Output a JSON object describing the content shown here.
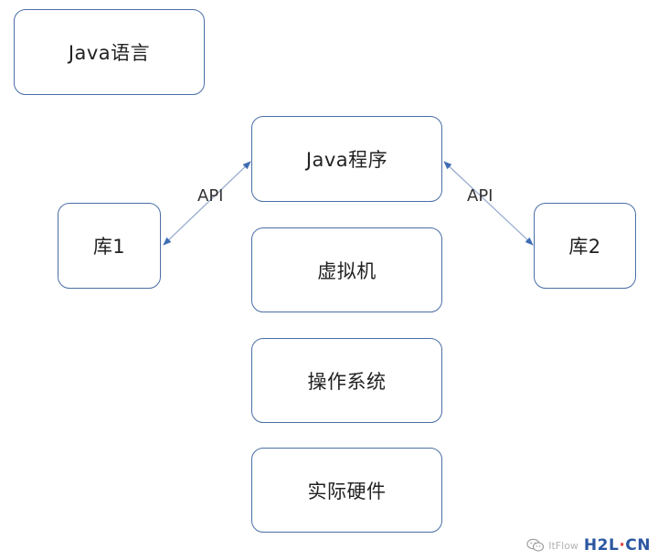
{
  "diagram": {
    "nodes": {
      "java_language": "Java语言",
      "java_program": "Java程序",
      "library_1": "库1",
      "library_2": "库2",
      "virtual_machine": "虚拟机",
      "operating_system": "操作系统",
      "hardware": "实际硬件"
    },
    "edges": [
      {
        "from": "library_1",
        "to": "java_program",
        "label": "API",
        "arrows": "both"
      },
      {
        "from": "java_program",
        "to": "library_2",
        "label": "API",
        "arrows": "both"
      }
    ],
    "edge_labels": {
      "left": "API",
      "right": "API"
    },
    "colors": {
      "box_border": "#4a6fa5",
      "arrow": "#9aaed0",
      "arrow_head": "#3f6db5"
    }
  },
  "watermark": {
    "icon": "wechat-icon",
    "faint_text": "ItFlow",
    "logo_part1": "H2L",
    "logo_dot": "·",
    "logo_part2": "CN"
  }
}
